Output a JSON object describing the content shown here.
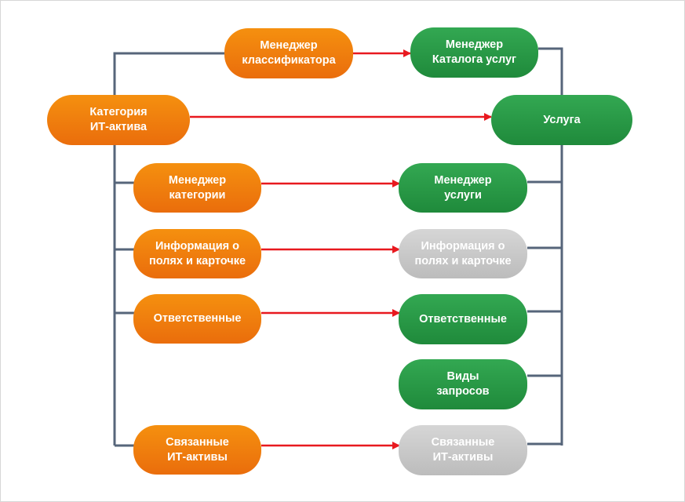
{
  "nodes": {
    "left": {
      "classifier_manager": "Менеджер\nклассификатора",
      "it_asset_category": "Категория\nИТ-актива",
      "category_manager": "Менеджер\nкатегории",
      "field_card_info": "Информация о\nполях и карточке",
      "responsible": "Ответственные",
      "related_it_assets": "Связанные\nИТ-активы"
    },
    "right": {
      "catalog_manager": "Менеджер\nКаталога услуг",
      "service": "Услуга",
      "service_manager": "Менеджер\nуслуги",
      "field_card_info": "Информация о\nполях и карточке",
      "responsible": "Ответственные",
      "request_types": "Виды\nзапросов",
      "related_it_assets": "Связанные\nИТ-активы"
    }
  },
  "colors": {
    "source": "#ec7a0d",
    "target": "#27994a",
    "inactive": "#c8c8c8",
    "arrow": "#e8191f",
    "connector": "#56657a"
  }
}
